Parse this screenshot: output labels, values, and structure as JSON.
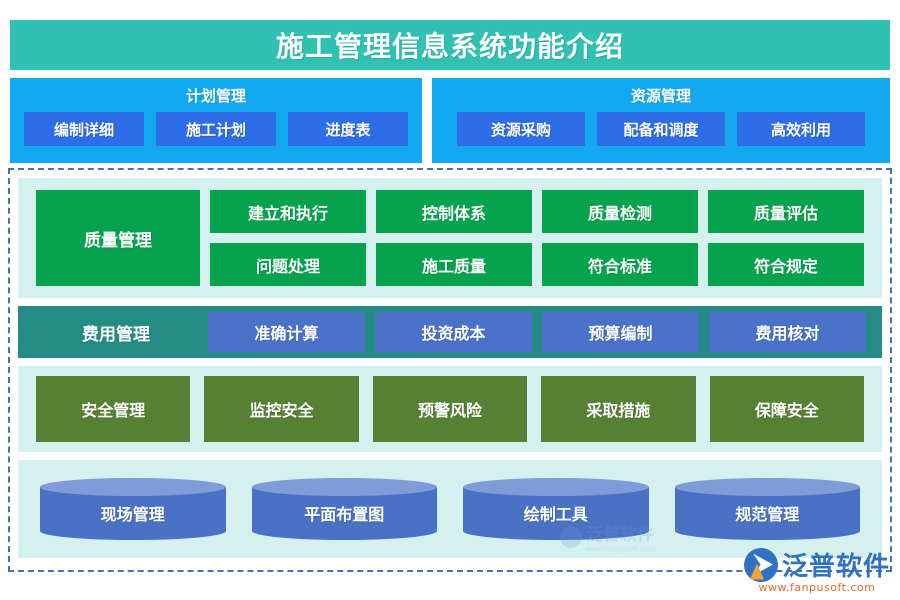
{
  "header": {
    "title": "施工管理信息系统功能介绍",
    "background_color": "#2fc1b2"
  },
  "top_panels": [
    {
      "name": "plan-management",
      "title": "计划管理",
      "background_color": "#13a8ef",
      "button_color": "#2e6de8",
      "items": [
        "编制详细",
        "施工计划",
        "进度表"
      ]
    },
    {
      "name": "resource-management",
      "title": "资源管理",
      "background_color": "#13a8ef",
      "button_color": "#2e6de8",
      "items": [
        "资源采购",
        "配备和调度",
        "高效利用"
      ]
    }
  ],
  "sections": [
    {
      "name": "quality-management",
      "main_label": "质量管理",
      "band_color": "#d4f0ef",
      "cell_color": "#06a34e",
      "items": [
        "建立和执行",
        "控制体系",
        "质量检测",
        "质量评估",
        "问题处理",
        "施工质量",
        "符合标准",
        "符合规定"
      ]
    },
    {
      "name": "cost-management",
      "main_label": "费用管理",
      "band_color": "#258c85",
      "cell_color": "#4a72c8",
      "items": [
        "准确计算",
        "投资成本",
        "预算编制",
        "费用核对"
      ]
    },
    {
      "name": "safety-management",
      "main_label": "安全管理",
      "band_color": "#d4f0ef",
      "cell_color": "#568033",
      "items": [
        "安全管理",
        "监控安全",
        "预警风险",
        "采取措施",
        "保障安全"
      ]
    },
    {
      "name": "site-management",
      "band_color": "#d4f0ef",
      "cell_color": "#4a72c4",
      "items": [
        "现场管理",
        "平面布置图",
        "绘制工具",
        "规范管理"
      ]
    }
  ],
  "watermark": {
    "text": "泛普软件"
  },
  "logo": {
    "brand": "泛普软件",
    "url": "www.fanpusoft.com"
  }
}
